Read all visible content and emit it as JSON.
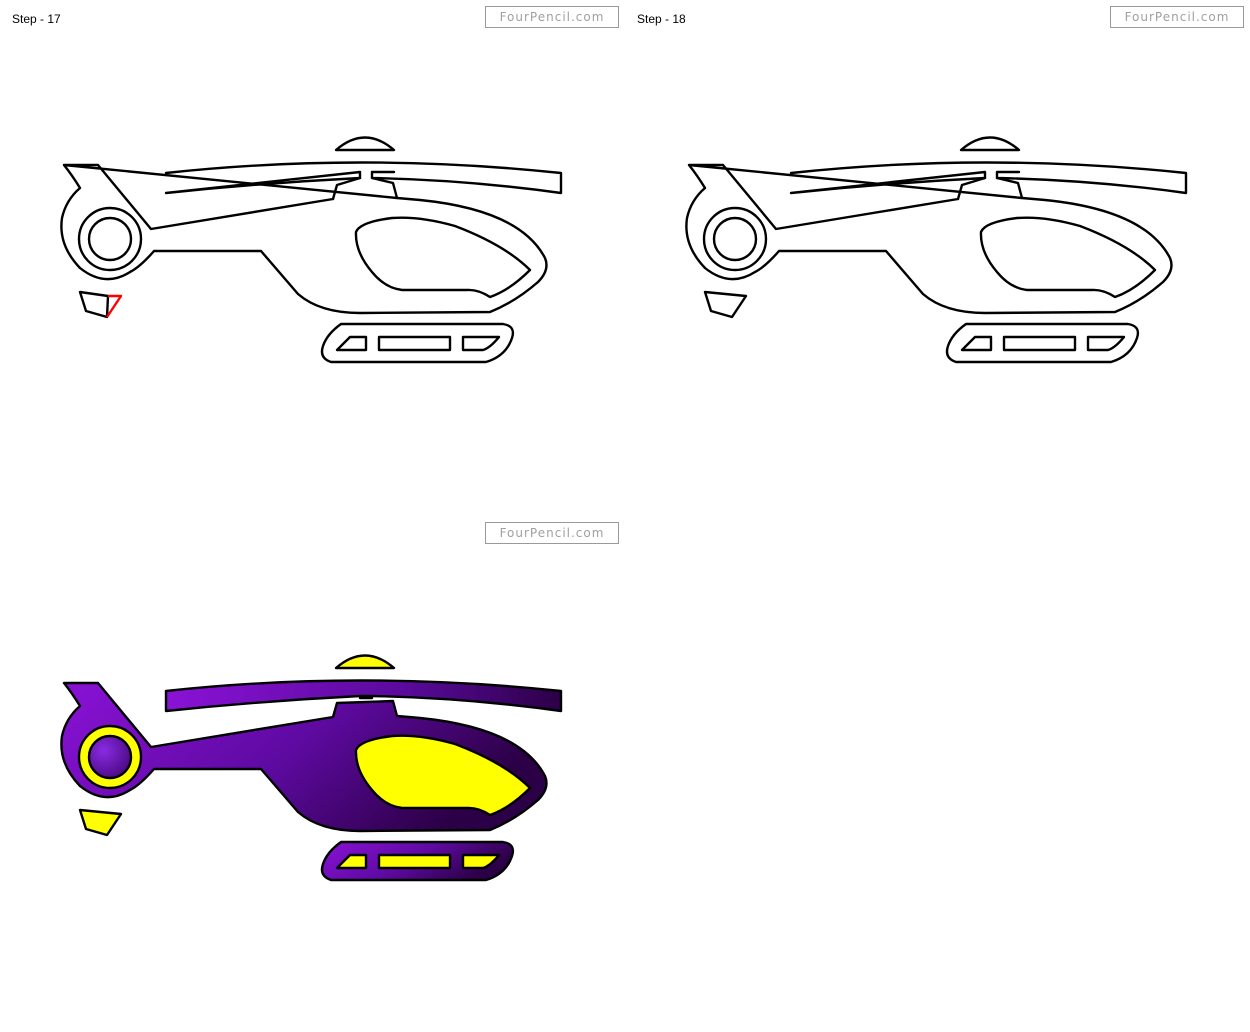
{
  "watermark": "FourPencil.com",
  "panels": [
    {
      "step_label": "Step - 17"
    },
    {
      "step_label": "Step - 18"
    },
    {
      "step_label": ""
    },
    {
      "step_label": ""
    }
  ],
  "colors": {
    "outline": "#000000",
    "new_stroke": "#ff0000",
    "body_purple": "#7a12c8",
    "body_purple_dark": "#33004f",
    "accent_yellow": "#ffff00",
    "hub_purple": "#6a1bb0"
  },
  "icons": [
    "helicopter-drawing"
  ]
}
